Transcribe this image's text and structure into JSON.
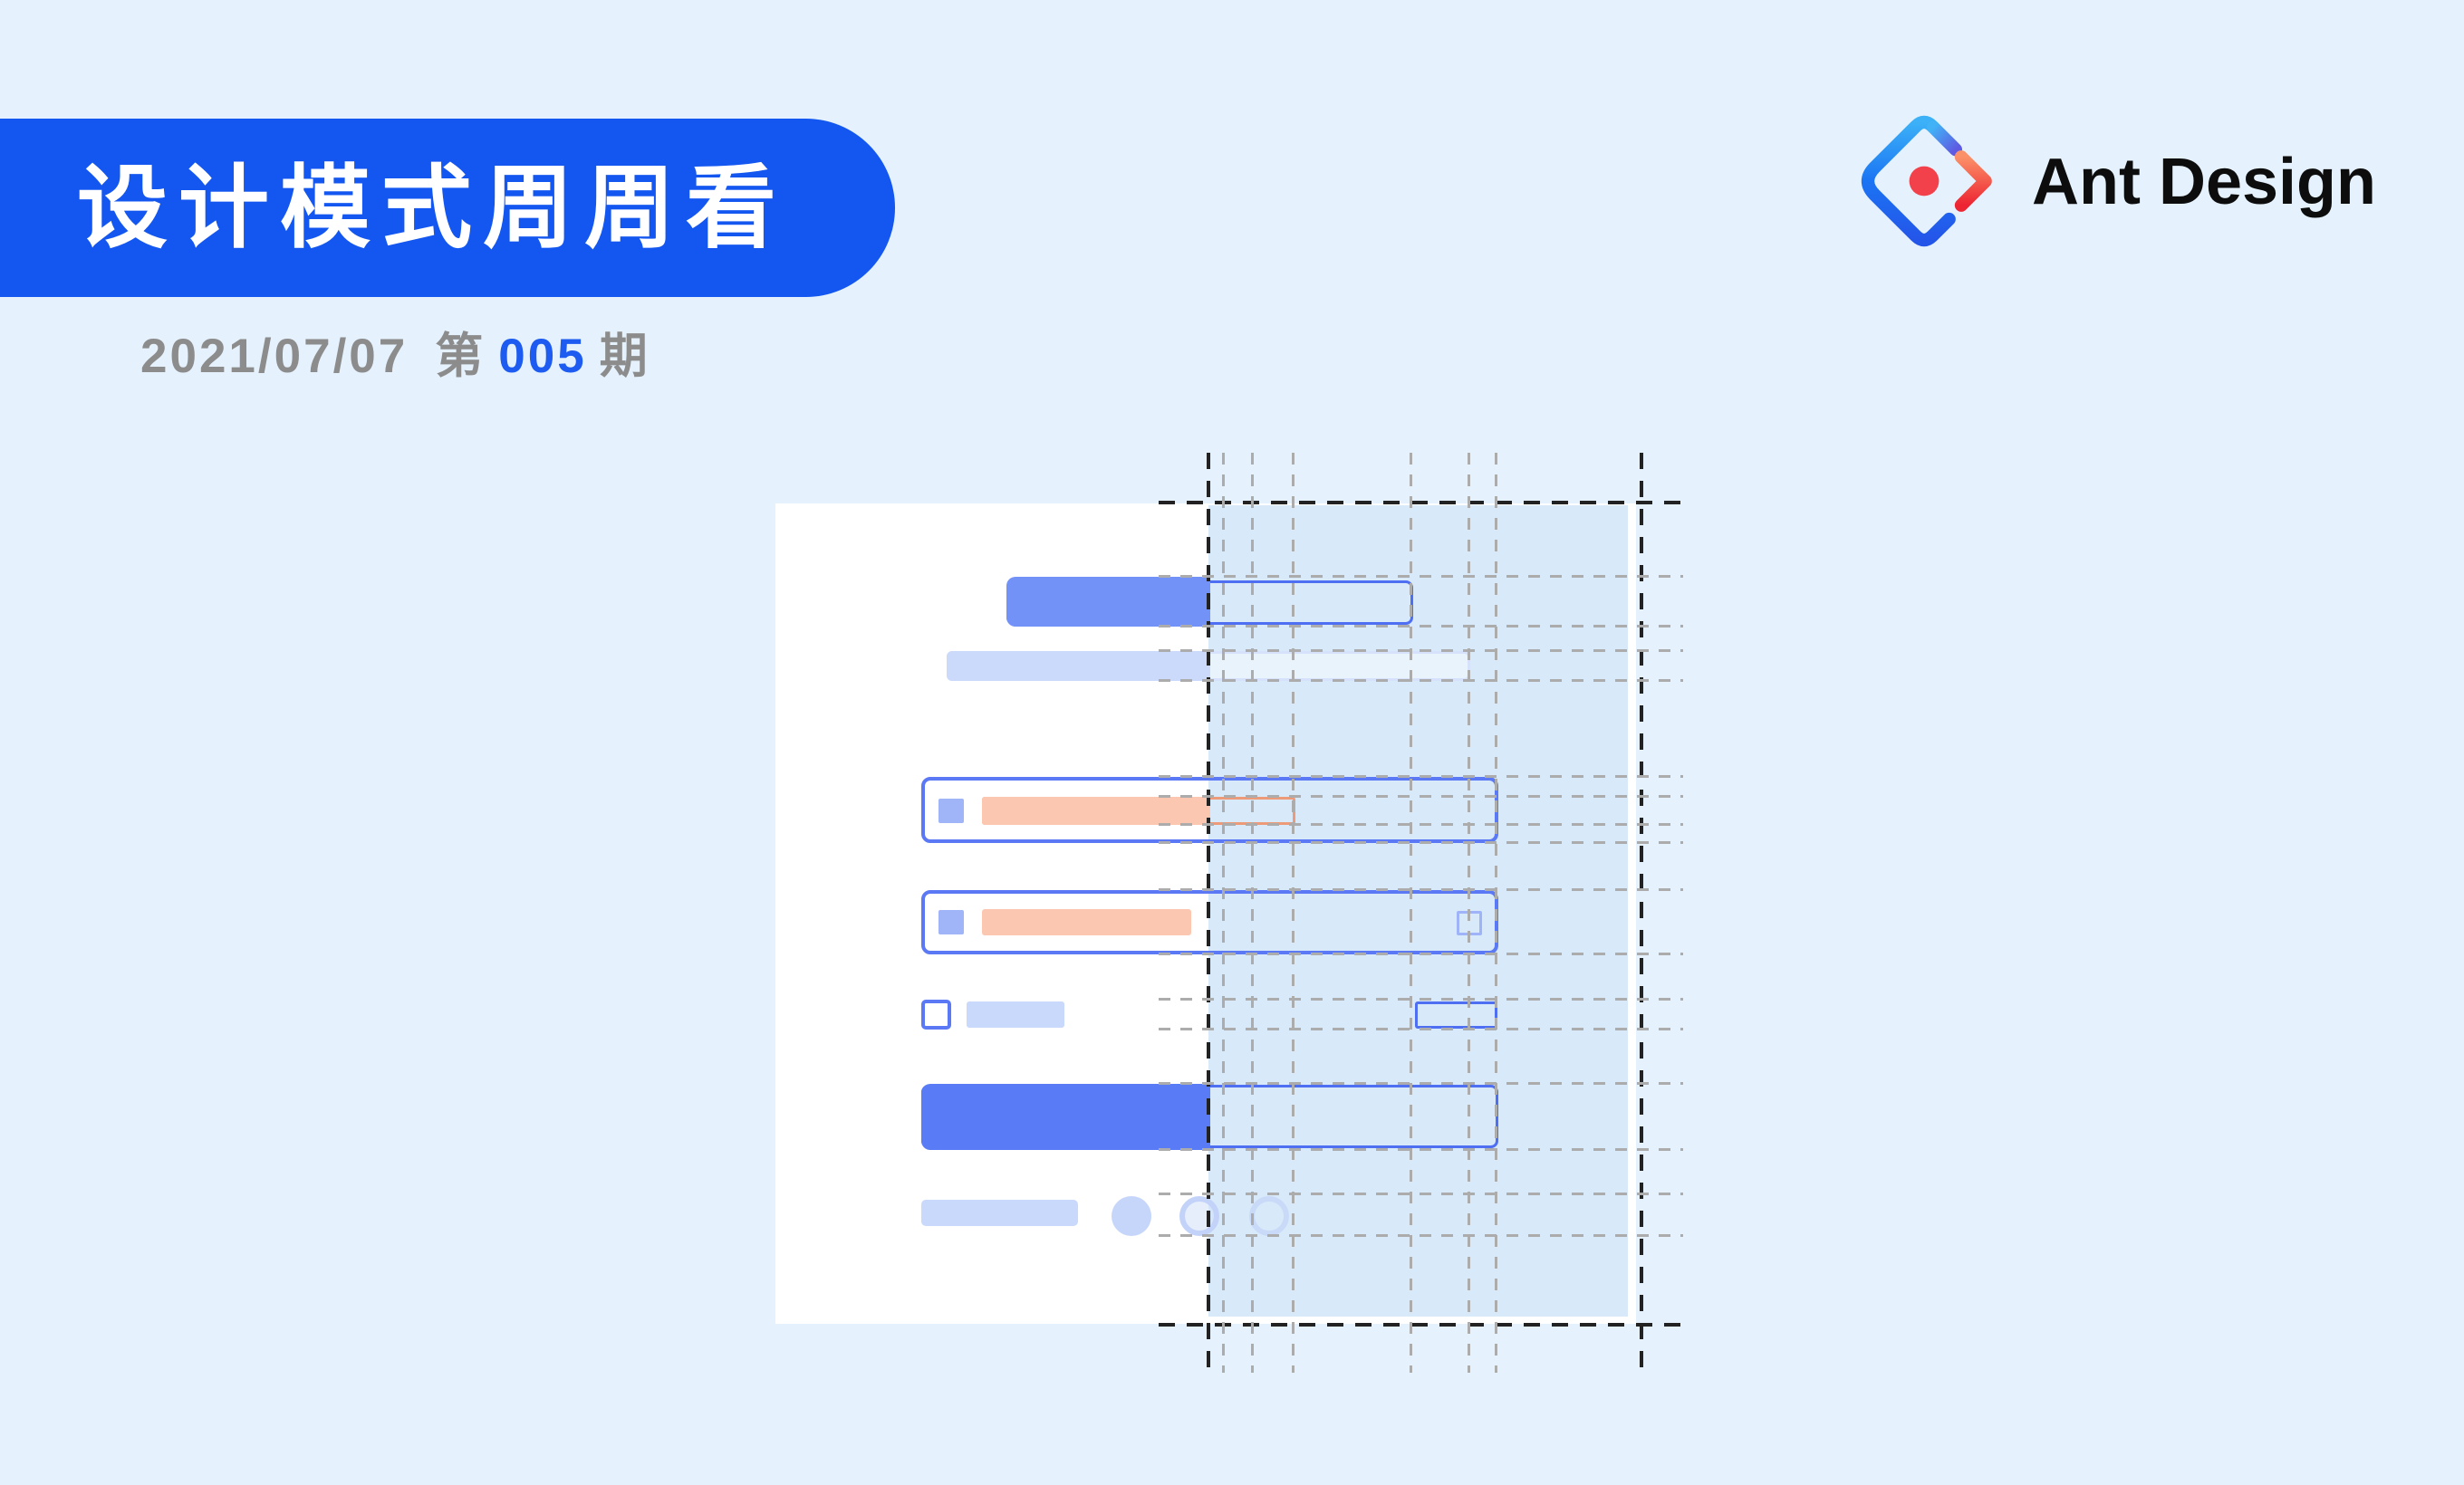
{
  "page": {
    "background_color": "#E5F2FD"
  },
  "banner": {
    "title": "设计模式周周看",
    "background_color": "#1457F0",
    "text_color": "#FFFFFF"
  },
  "issue_line": {
    "date": "2021/07/07",
    "label_prefix": "第",
    "number": "005",
    "label_suffix": "期",
    "date_color": "#8C8C8C",
    "number_color": "#1E5BF0"
  },
  "brand": {
    "name": "Ant Design",
    "text_color": "#0D0D0D",
    "logo_colors": {
      "diamond_gradient_top": "#3CB1F7",
      "diamond_gradient_mid": "#1B74F3",
      "diamond_gradient_bottom": "#2455E9",
      "arm_gradient_start": "#41B2F6",
      "arm_gradient_end": "#5E5BE2",
      "chevron_gradient_top": "#FB9168",
      "chevron_gradient_bottom": "#ED2432",
      "dot_color": "#F3414C"
    }
  },
  "illustration": {
    "card_color": "#FFFFFF",
    "blueprint_tint": "rgba(177,213,245,0.5)",
    "guide_primary_color": "#222222",
    "guide_secondary_color": "#ACACAC",
    "palette": {
      "title_bar_fill": "#7392F8",
      "primary_button_fill": "#597CF6",
      "spec_outline_blue": "#4E6FF2",
      "field_border_blue": "#5B78F5",
      "chip_blue": "#A0B5F8",
      "light_bar_blue": "#C9D9FB",
      "salmon_fill": "#FCC7B0",
      "salmon_outline": "#EC9A78"
    },
    "rows": [
      "title-bar-skeleton",
      "subtitle-bar-skeleton",
      "input-field-with-chip-and-salmon-bar",
      "input-field-with-chip-salmon-bar-and-suffix-square",
      "checkbox-row-with-label-and-spec-box",
      "primary-button-skeleton",
      "footer-bar-with-three-dots"
    ]
  }
}
